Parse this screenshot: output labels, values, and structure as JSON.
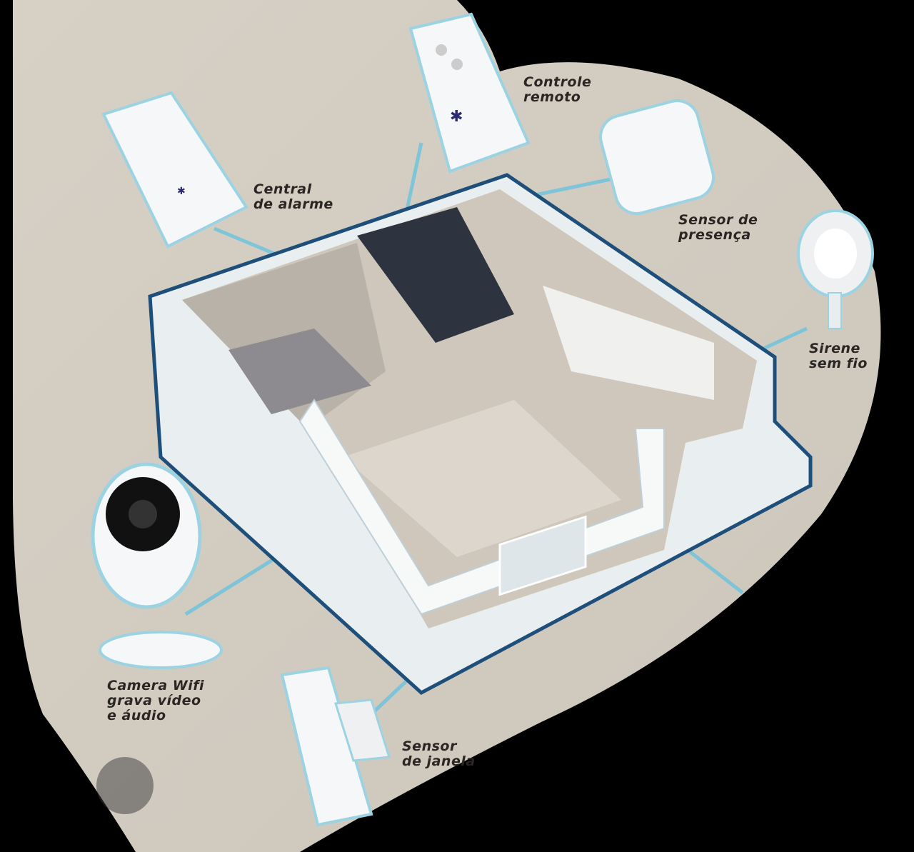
{
  "labels": {
    "remote": {
      "line1": "Controle",
      "line2": "remoto"
    },
    "central": {
      "line1": "Central",
      "line2": "de alarme"
    },
    "presence": {
      "line1": "Sensor de",
      "line2": "presença"
    },
    "siren": {
      "line1": "Sirene",
      "line2": "sem fio"
    },
    "camera": {
      "line1": "Camera Wifi",
      "line2": "grava vídeo",
      "line3": "e áudio"
    },
    "window": {
      "line1": "Sensor",
      "line2": "de janela"
    }
  },
  "colors": {
    "background": "#000000",
    "panel": "#d9d3c9",
    "link": "#6fc3dc",
    "outline": "#1e4f7a"
  }
}
